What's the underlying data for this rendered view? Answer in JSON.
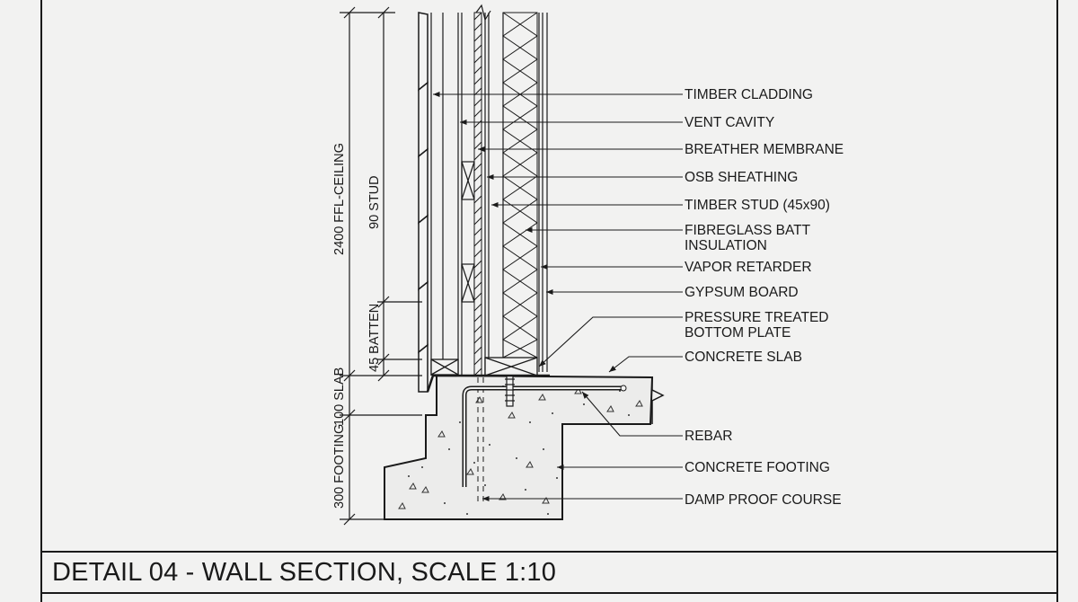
{
  "title_block": {
    "title": "DETAIL 04 - WALL SECTION, SCALE 1:10"
  },
  "labels": {
    "timber_cladding": "TIMBER CLADDING",
    "vent_cavity": "VENT CAVITY",
    "breather_membrane": "BREATHER MEMBRANE",
    "osb_sheathing": "OSB SHEATHING",
    "timber_stud": "TIMBER STUD (45x90)",
    "fibreglass_line1": "FIBREGLASS BATT",
    "fibreglass_line2": "INSULATION",
    "vapor_retarder": "VAPOR RETARDER",
    "gypsum_board": "GYPSUM BOARD",
    "bottom_plate_line1": "PRESSURE TREATED",
    "bottom_plate_line2": "BOTTOM PLATE",
    "concrete_slab": "CONCRETE SLAB",
    "rebar": "REBAR",
    "concrete_footing": "CONCRETE FOOTING",
    "damp_proof_course": "DAMP PROOF COURSE"
  },
  "dimensions": {
    "ffl_ceiling": "2400 FFL-CEILING",
    "stud": "90 STUD",
    "batten": "45 BATTEN",
    "slab": "100 SLAB",
    "footing": "300 FOOTING"
  },
  "colors": {
    "line": "#1a1a1a",
    "paper": "#f2f2f1",
    "background": "#e9e9e8"
  }
}
